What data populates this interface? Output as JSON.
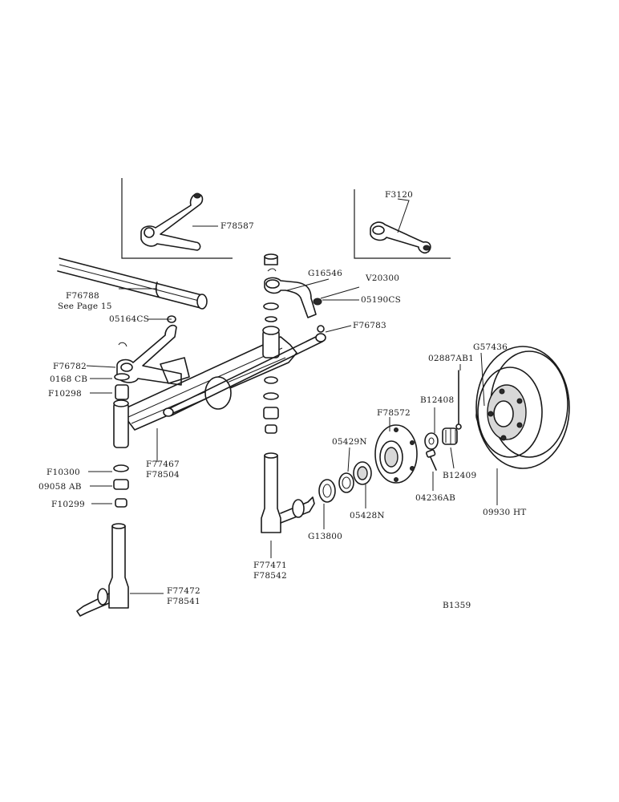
{
  "labels": {
    "f78587": "F78587",
    "f3120": "F3120",
    "f76788": "F76788",
    "see_page": "See Page 15",
    "g16546": "G16546",
    "v20300": "V20300",
    "c05190": "05190CS",
    "c05164": "05164CS",
    "f76783": "F76783",
    "f76782": "F76782",
    "c0168": "0168 CB",
    "f10298": "F10298",
    "f77467": "F77467",
    "f78504": "F78504",
    "f10300": "F10300",
    "c09058": "09058 AB",
    "f10299": "F10299",
    "f77472": "F77472",
    "f78541": "F78541",
    "f78572": "F78572",
    "c05429": "05429N",
    "c05428": "05428N",
    "g13800": "G13800",
    "f77471": "F77471",
    "f78542": "F78542",
    "b12408": "B12408",
    "c02887": "02887AB1",
    "g57436": "G57436",
    "b12409": "B12409",
    "c04236": "04236AB",
    "c09930": "09930 HT",
    "b1359": "B1359"
  }
}
